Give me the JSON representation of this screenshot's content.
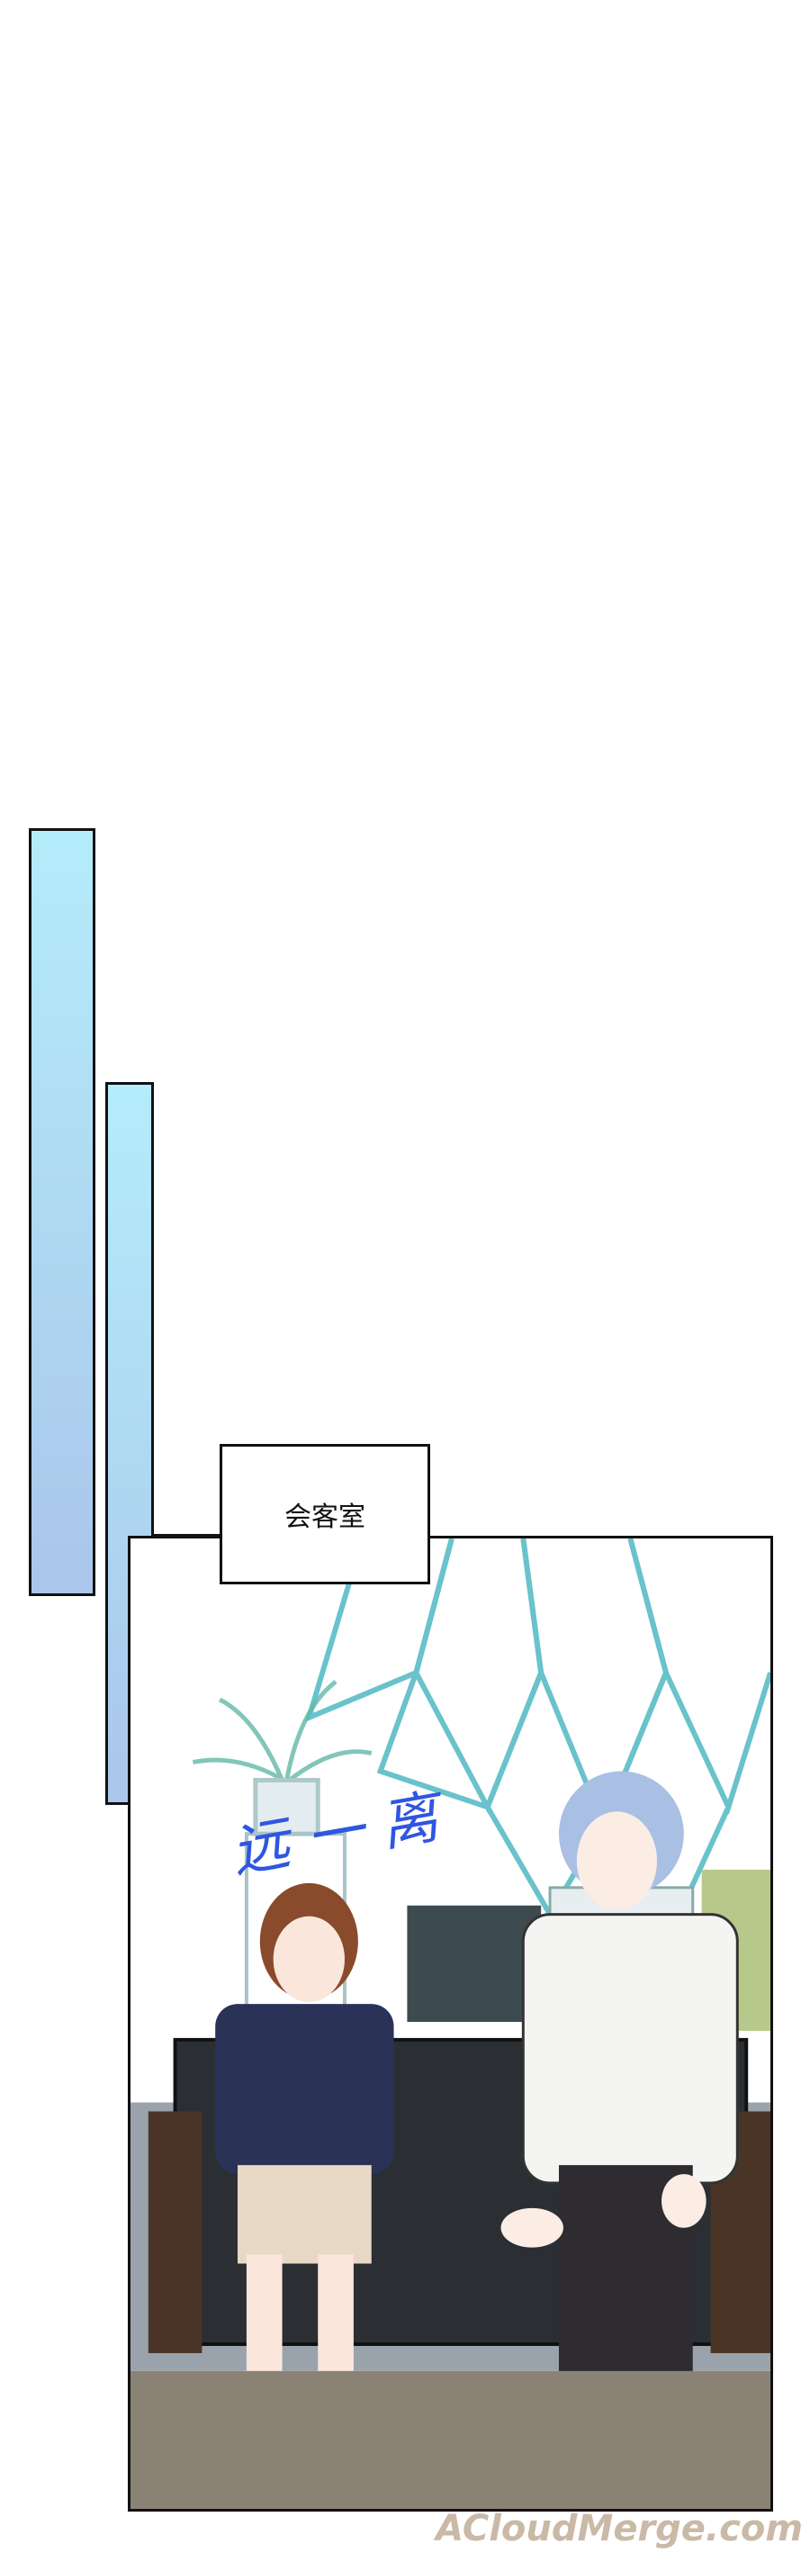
{
  "caption": {
    "location": "会客室"
  },
  "sound_effect": {
    "text": "远一离"
  },
  "watermark": {
    "text": "ACloudMerge.com"
  },
  "colors": {
    "bar_top": "#b4ecfb",
    "bar_bottom": "#aac6ea",
    "sfx": "#2f56e0",
    "leaf": "#4fb8c4"
  }
}
